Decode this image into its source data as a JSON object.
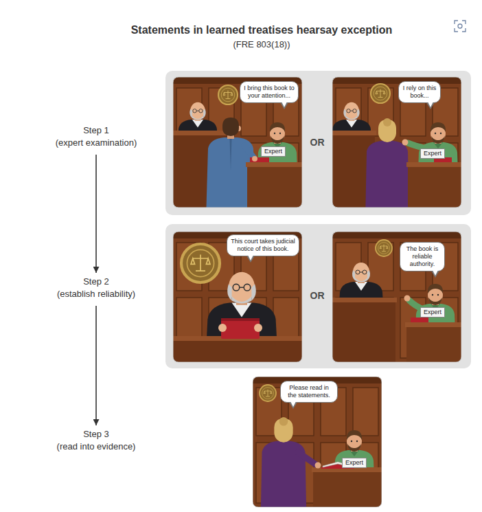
{
  "diagram": {
    "title": "Statements in learned treatises hearsay exception",
    "nodes": [
      {
        "text": [
          "Step 1",
          "(expert examination)"
        ]
      },
      {
        "text": [
          "OR"
        ]
      },
      {
        "text": [
          "I bring this book to your attention..."
        ],
        "in": 1
      },
      {
        "text": [
          "Expert"
        ],
        "in": 1
      },
      {
        "text": [
          "I rely on this book..."
        ],
        "in": 1
      },
      {
        "text": [
          "Expert"
        ],
        "in": 1
      },
      {
        "text": [
          "Step 2",
          "(establish reliability)"
        ]
      },
      {
        "text": [
          "OR"
        ]
      },
      {
        "text": [
          "This court takes judicial notice of this book."
        ],
        "in": 7
      },
      {
        "text": [
          "The book is reliable authority."
        ],
        "in": 7
      },
      {
        "text": [
          "Expert"
        ],
        "in": 7
      },
      {
        "text": [
          "Step 3",
          "(read into evidence)"
        ]
      },
      {
        "text": [
          "Please read in the statements."
        ]
      },
      {
        "text": [
          "Expert"
        ]
      }
    ],
    "edges": [
      {
        "from": 0,
        "to": 6,
        "arrow": "to"
      },
      {
        "from": 6,
        "to": 11,
        "arrow": "to"
      }
    ],
    "labels": [
      "(FRE 803(18))"
    ]
  }
}
